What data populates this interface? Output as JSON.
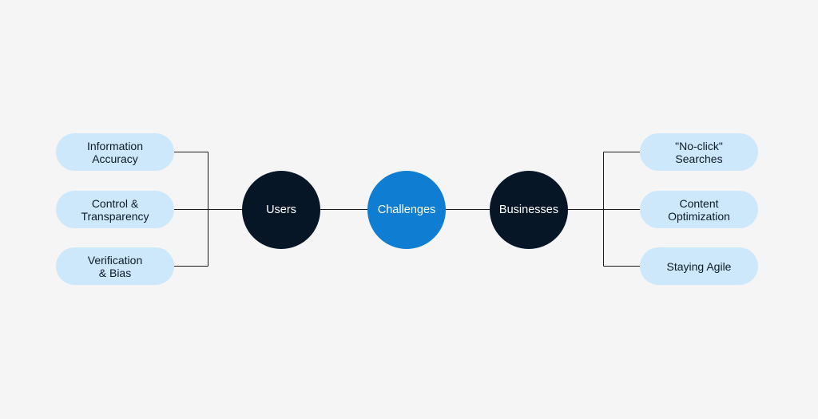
{
  "diagram": {
    "center": {
      "label": "Challenges"
    },
    "left_hub": {
      "label": "Users"
    },
    "right_hub": {
      "label": "Businesses"
    },
    "left_items": [
      {
        "label": "Information\nAccuracy"
      },
      {
        "label": "Control &\nTransparency"
      },
      {
        "label": "Verification\n& Bias"
      }
    ],
    "right_items": [
      {
        "label": "\"No-click\"\nSearches"
      },
      {
        "label": "Content\nOptimization"
      },
      {
        "label": "Staying Agile"
      }
    ]
  },
  "colors": {
    "background": "#f5f5f6",
    "pill": "#cde8fb",
    "hub": "#061626",
    "center": "#0f7dd1",
    "line": "#1a1a1a"
  }
}
